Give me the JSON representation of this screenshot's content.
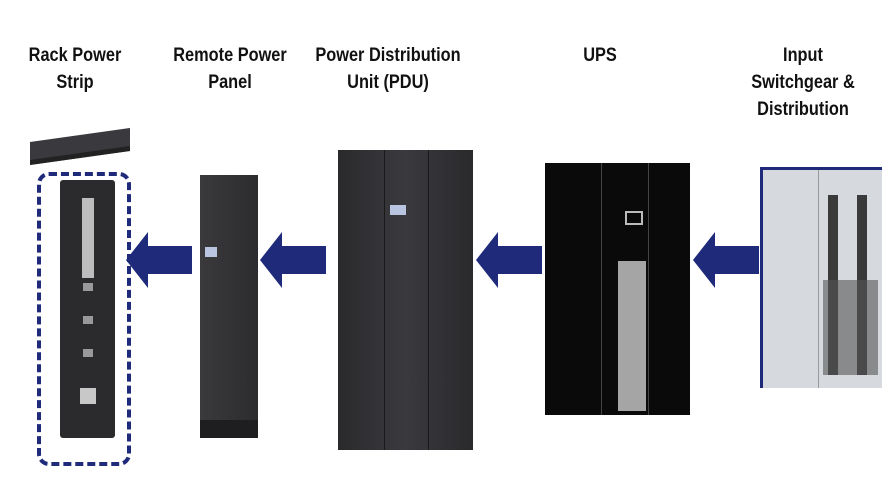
{
  "title": "Data center power distribution chain",
  "stages": [
    {
      "id": "rack-power-strip",
      "label": "Rack Power\nStrip",
      "highlighted": true
    },
    {
      "id": "remote-power-panel",
      "label": "Remote Power\nPanel"
    },
    {
      "id": "pdu",
      "label": "Power Distribution\nUnit (PDU)"
    },
    {
      "id": "ups",
      "label": "UPS"
    },
    {
      "id": "input-switchgear",
      "label": "Input\nSwitchgear &\nDistribution"
    }
  ],
  "flow_direction": "right-to-left",
  "colors": {
    "arrow": "#1f2a7a",
    "highlight_border": "#1f2a7a",
    "cabinet": "#2f2f33",
    "ups": "#0a0a0a",
    "switchgear": "#d6d9dd"
  }
}
